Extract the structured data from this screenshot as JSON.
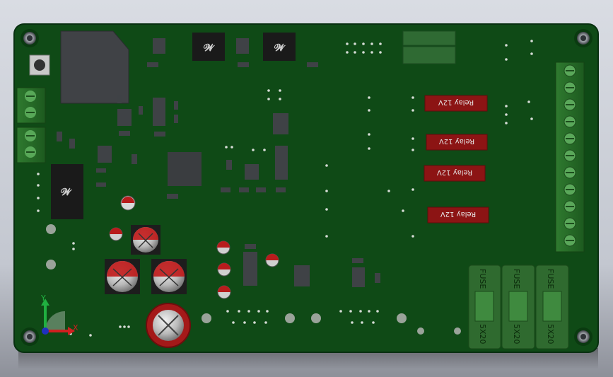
{
  "scene": {
    "background_top": "#dadde4",
    "background_bottom": "#8f929b",
    "board_color": "#0f4a16",
    "board_edge": "#083010",
    "silk_color": "#0b3b11"
  },
  "relays": [
    {
      "label": "Relay 12V"
    },
    {
      "label": "Relay 12V"
    },
    {
      "label": "Relay 12V"
    },
    {
      "label": "Relay 12V"
    }
  ],
  "fuses": [
    {
      "label": "FUSE",
      "size": "5X20"
    },
    {
      "label": "FUSE",
      "size": "5X20"
    },
    {
      "label": "FUSE",
      "size": "5X20"
    }
  ],
  "axes": {
    "x_label": "X",
    "y_label": "Y",
    "x_color": "#d02020",
    "y_color": "#20b040",
    "z_color": "#2030c0"
  },
  "icons": {
    "triad": "coordinate-triad-icon",
    "mount": "mounting-hole-icon",
    "ic_logo": "ic-logo-icon"
  }
}
